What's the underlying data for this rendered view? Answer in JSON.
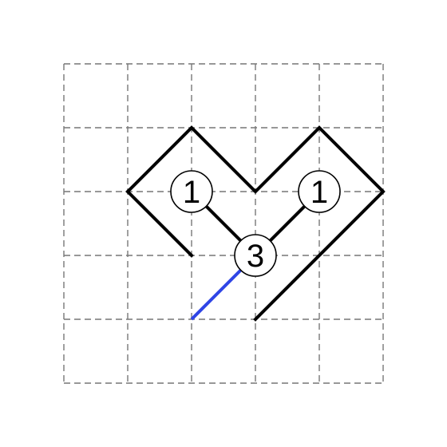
{
  "puzzle": {
    "rows": 5,
    "cols": 5,
    "colors": {
      "grid": "#777777",
      "wall": "#000000",
      "path": "#2f45e6",
      "clue_fill": "#ffffff"
    },
    "walls": [
      [
        [
          1,
          2
        ],
        [
          2,
          1
        ],
        [
          3,
          2
        ],
        [
          4,
          1
        ],
        [
          5,
          2
        ],
        [
          3,
          4
        ]
      ],
      [
        [
          1,
          2
        ],
        [
          2,
          3
        ]
      ]
    ],
    "path": {
      "points": [
        [
          2,
          4
        ],
        [
          3,
          3
        ]
      ],
      "color": "#2f45e6"
    },
    "diagonals": [
      [
        [
          2,
          2
        ],
        [
          3,
          3
        ]
      ],
      [
        [
          4,
          2
        ],
        [
          3,
          3
        ]
      ]
    ],
    "clues": [
      {
        "row": 2,
        "col": 2,
        "value": "1"
      },
      {
        "row": 2,
        "col": 4,
        "value": "1"
      },
      {
        "row": 3,
        "col": 3,
        "value": "3"
      }
    ]
  }
}
